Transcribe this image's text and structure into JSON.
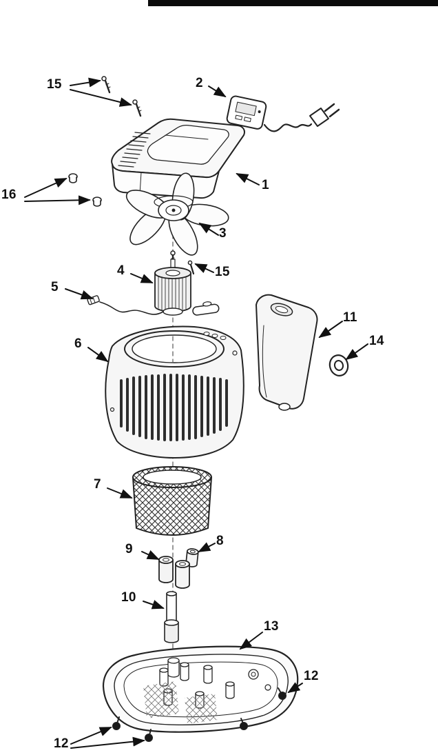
{
  "page": {
    "background": "#ffffff",
    "header_bar_color": "#0b0b0b",
    "line_color": "#222222",
    "label_color": "#111111"
  },
  "diagram": {
    "kind": "exploded-parts-view",
    "labels": [
      {
        "name": "top-screws",
        "text": "15"
      },
      {
        "name": "power-cord-module",
        "text": "2"
      },
      {
        "name": "top-cover",
        "text": "1"
      },
      {
        "name": "cap-nuts",
        "text": "16"
      },
      {
        "name": "fan-blade",
        "text": "3"
      },
      {
        "name": "motor",
        "text": "4"
      },
      {
        "name": "motor-screw",
        "text": "15"
      },
      {
        "name": "wire-lead",
        "text": "5"
      },
      {
        "name": "water-bottle",
        "text": "11"
      },
      {
        "name": "ring-grommet",
        "text": "14"
      },
      {
        "name": "main-housing",
        "text": "6"
      },
      {
        "name": "filter-drum",
        "text": "7"
      },
      {
        "name": "small-float",
        "text": "8"
      },
      {
        "name": "float-pair",
        "text": "9"
      },
      {
        "name": "shaft-tube",
        "text": "10"
      },
      {
        "name": "base-pan",
        "text": "13"
      },
      {
        "name": "caster-right",
        "text": "12"
      },
      {
        "name": "casters-left",
        "text": "12"
      }
    ]
  }
}
